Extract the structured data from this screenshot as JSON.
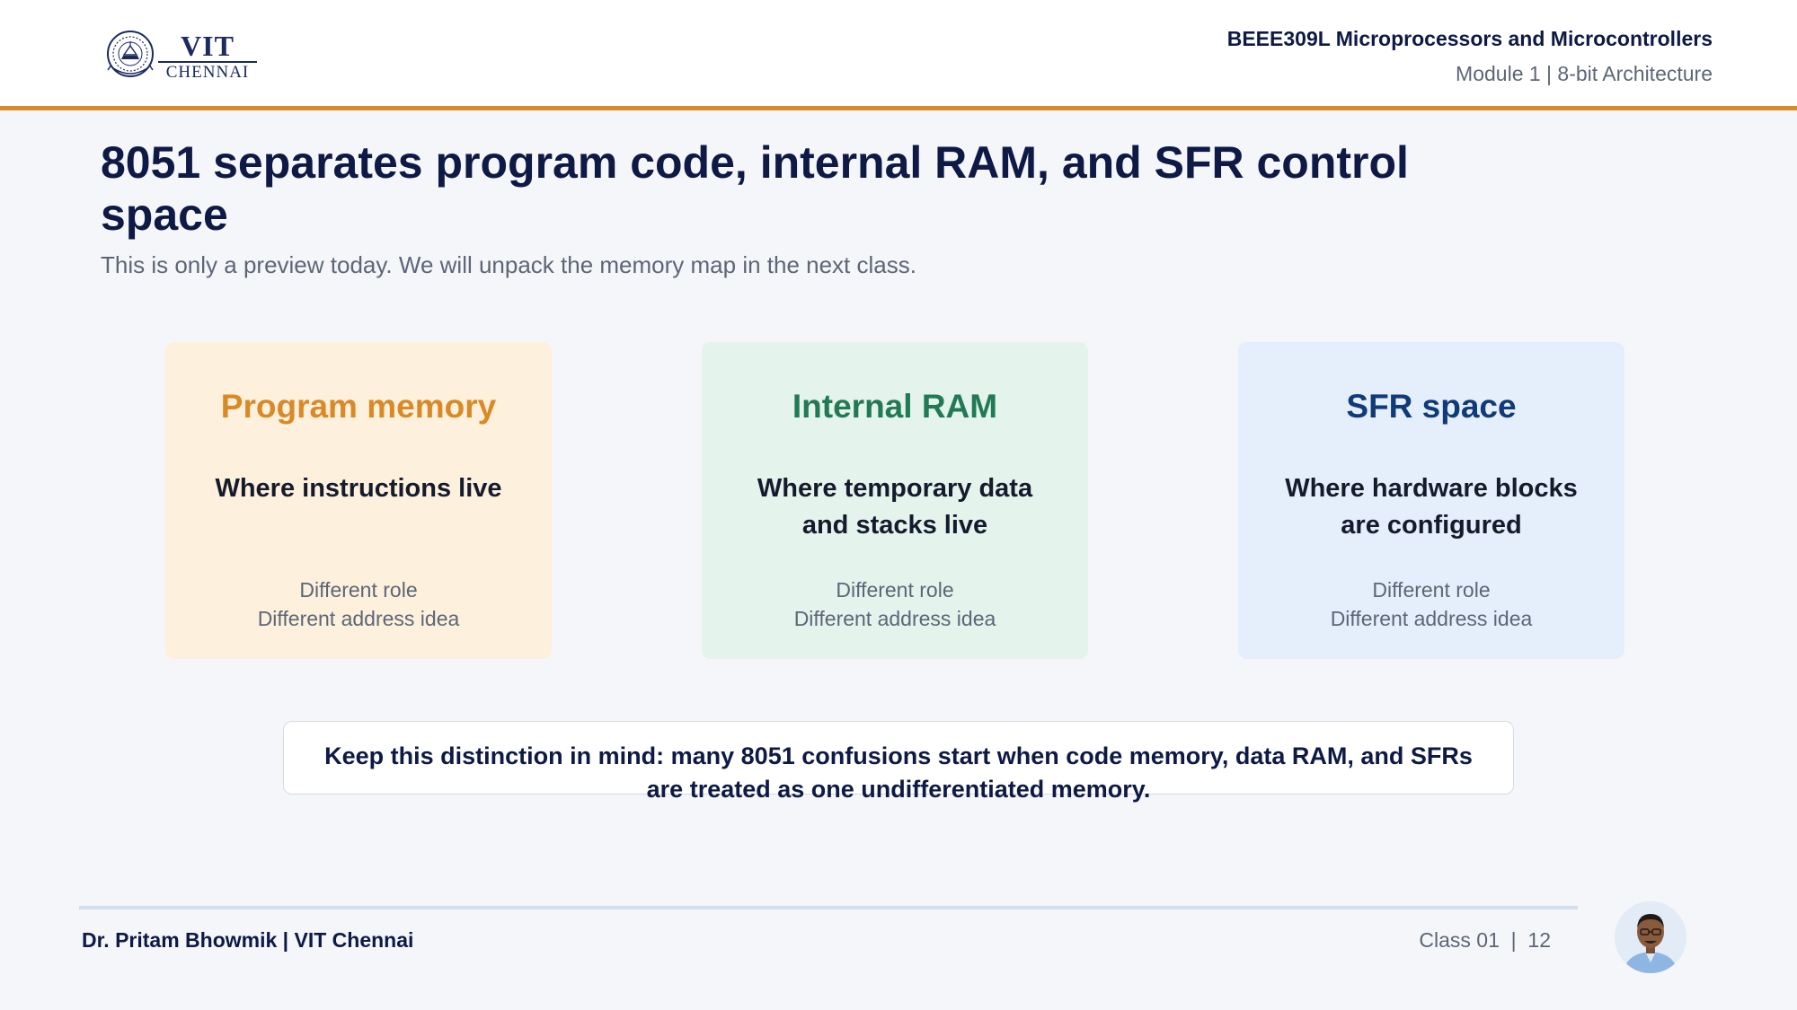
{
  "header": {
    "logo_text": "VIT",
    "logo_subtext": "CHENNAI",
    "course_title": "BEEE309L Microprocessors and Microcontrollers",
    "module_label": "Module 1 | 8-bit Architecture"
  },
  "slide": {
    "title": "8051 separates program code, internal RAM, and SFR control space",
    "subtitle": "This is only a preview today. We will unpack the memory map in the next class."
  },
  "cards": [
    {
      "title": "Program memory",
      "description": "Where instructions live",
      "note_line1": "Different role",
      "note_line2": "Different address idea",
      "accent_color": "#d98a26",
      "background_color": "#fdf0dc"
    },
    {
      "title": "Internal RAM",
      "description": "Where temporary data and stacks live",
      "note_line1": "Different role",
      "note_line2": "Different address idea",
      "accent_color": "#217a55",
      "background_color": "#e4f3eb"
    },
    {
      "title": "SFR space",
      "description": "Where hardware blocks are configured",
      "note_line1": "Different role",
      "note_line2": "Different address idea",
      "accent_color": "#103a78",
      "background_color": "#e5effc"
    }
  ],
  "callout": {
    "text": "Keep this distinction in mind: many 8051 confusions start when code memory, data RAM, and SFRs are treated as one undifferentiated memory."
  },
  "footer": {
    "author": "Dr. Pritam Bhowmik | VIT Chennai",
    "class_label": "Class 01  |  12"
  },
  "colors": {
    "header_rule": "#d98a26",
    "title_text": "#0e1a45",
    "muted_text": "#5d6677",
    "page_background": "#f4f6fa"
  },
  "icons": {
    "logo": "vit-seal-icon",
    "avatar": "presenter-avatar"
  }
}
